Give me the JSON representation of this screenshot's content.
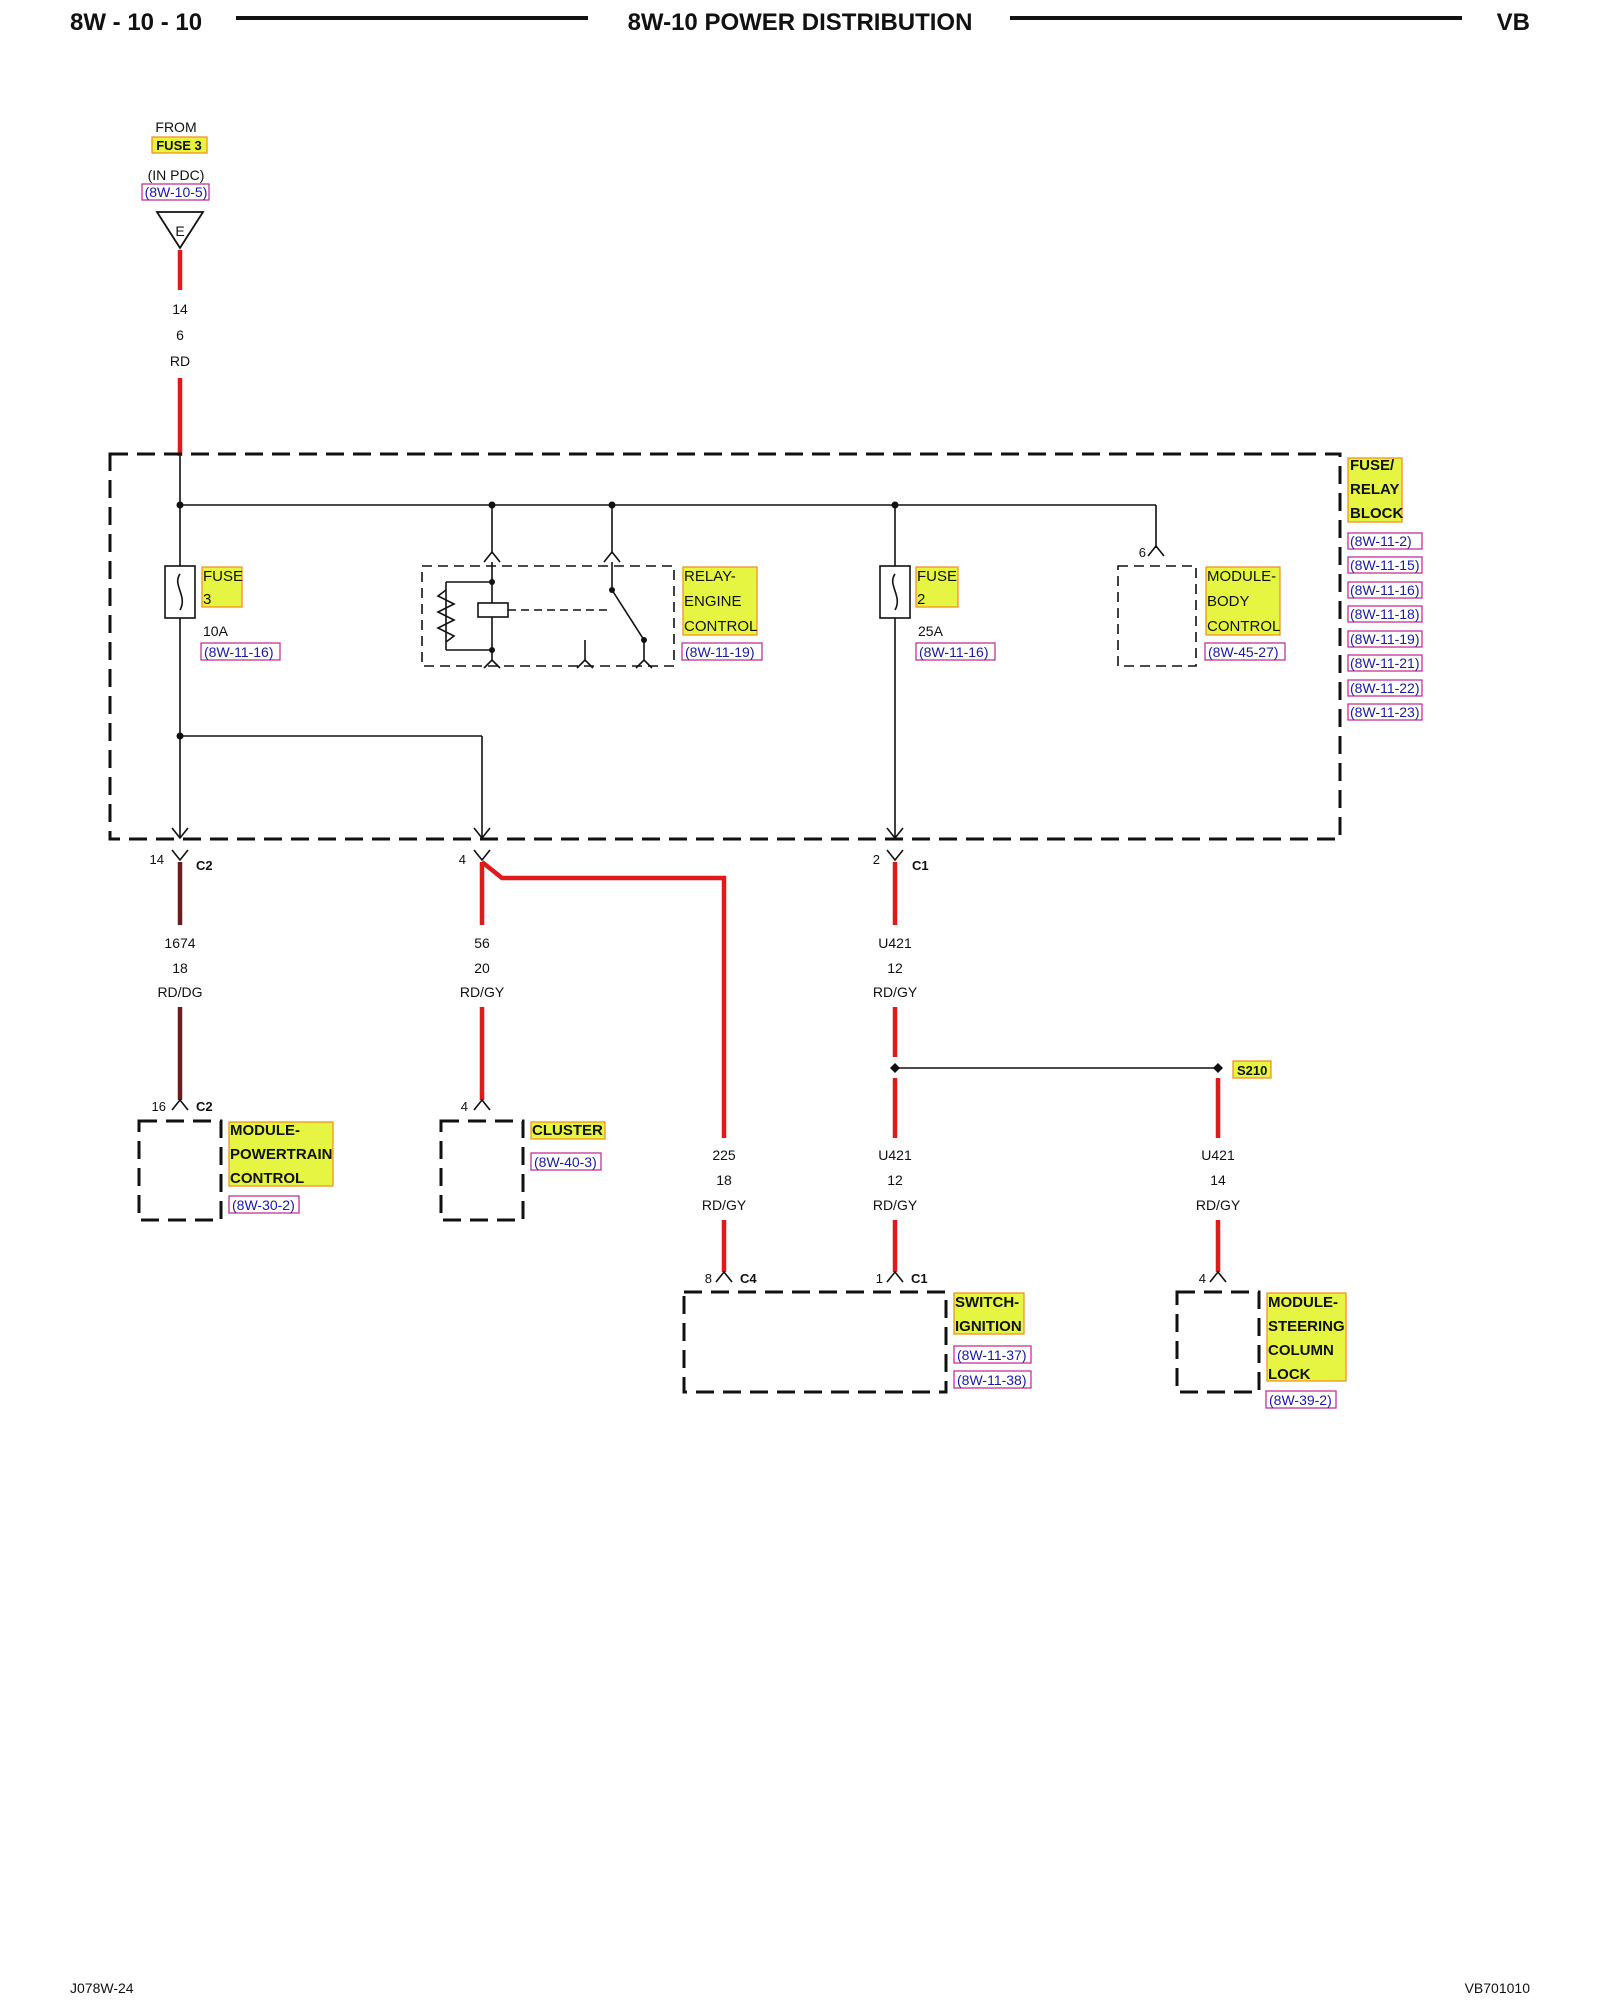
{
  "header": {
    "left": "8W - 10 - 10",
    "title": "8W-10 POWER DISTRIBUTION",
    "right": "VB"
  },
  "source": {
    "from": "FROM",
    "fuse": "FUSE 3",
    "in": "(IN PDC)",
    "ref": "(8W-10-5)",
    "connector": "E"
  },
  "feed_wire": {
    "circuit": "14",
    "gauge": "6",
    "color": "RD"
  },
  "block": {
    "name_lines": [
      "FUSE/",
      "RELAY",
      "BLOCK"
    ],
    "refs": [
      "(8W-11-2)",
      "(8W-11-15)",
      "(8W-11-16)",
      "(8W-11-18)",
      "(8W-11-19)",
      "(8W-11-21)",
      "(8W-11-22)",
      "(8W-11-23)"
    ]
  },
  "fuse3": {
    "name": "FUSE",
    "num": "3",
    "rating": "10A",
    "ref": "(8W-11-16)"
  },
  "relay": {
    "line1": "RELAY-",
    "line2": "ENGINE",
    "line3": "CONTROL",
    "ref": "(8W-11-19)"
  },
  "fuse2": {
    "name": "FUSE",
    "num": "2",
    "rating": "25A",
    "ref": "(8W-11-16)"
  },
  "bcm": {
    "pin": "6",
    "line1": "MODULE-",
    "line2": "BODY",
    "line3": "CONTROL",
    "ref": "(8W-45-27)"
  },
  "outputs": {
    "c2a": {
      "pin": "14",
      "conn": "C2"
    },
    "c2b": {
      "pin": "4"
    },
    "c1": {
      "pin": "2",
      "conn": "C1"
    }
  },
  "wires": {
    "w1674": {
      "circuit": "1674",
      "gauge": "18",
      "color": "RD/DG"
    },
    "w56": {
      "circuit": "56",
      "gauge": "20",
      "color": "RD/GY"
    },
    "wu421a": {
      "circuit": "U421",
      "gauge": "12",
      "color": "RD/GY"
    },
    "w225": {
      "circuit": "225",
      "gauge": "18",
      "color": "RD/GY"
    },
    "wu421b": {
      "circuit": "U421",
      "gauge": "12",
      "color": "RD/GY"
    },
    "wu421c": {
      "circuit": "U421",
      "gauge": "14",
      "color": "RD/GY"
    }
  },
  "splice": "S210",
  "pcm": {
    "pin": "16",
    "conn": "C2",
    "line1": "MODULE-",
    "line2": "POWERTRAIN",
    "line3": "CONTROL",
    "ref": "(8W-30-2)"
  },
  "cluster": {
    "pin": "4",
    "name": "CLUSTER",
    "ref": "(8W-40-3)"
  },
  "ignition": {
    "pin_a": "8",
    "conn_a": "C4",
    "pin_b": "1",
    "conn_b": "C1",
    "line1": "SWITCH-",
    "line2": "IGNITION",
    "ref1": "(8W-11-37)",
    "ref2": "(8W-11-38)"
  },
  "steering": {
    "pin": "4",
    "line1": "MODULE-",
    "line2": "STEERING",
    "line3": "COLUMN",
    "line4": "LOCK",
    "ref": "(8W-39-2)"
  },
  "footer": {
    "left": "J078W-24",
    "right": "VB701010"
  }
}
